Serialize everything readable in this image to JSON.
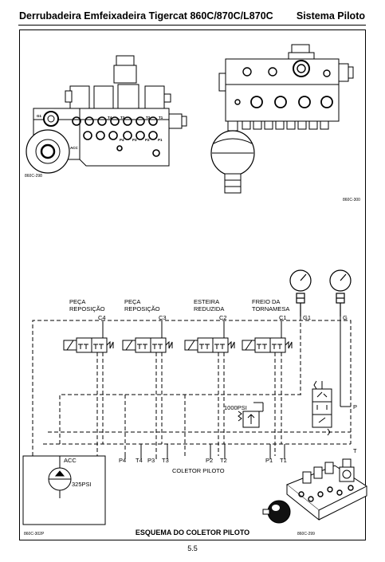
{
  "header": {
    "title": "Derrubadeira Emfeixadeira Tigercat 860C/870C/L870C",
    "section": "Sistema Piloto"
  },
  "figures": {
    "top_left_ref": "860C-298",
    "top_right_ref": "860C-300",
    "bottom_left_ref": "860C-302P",
    "bottom_right_ref": "860C-299"
  },
  "block_left": {
    "port_acc": "ACC",
    "port_g1": "G1",
    "port_t4": "T4",
    "port_t3": "T3",
    "port_t2": "T2",
    "port_t1": "T1",
    "port_p1": "P1",
    "port_p2": "P2",
    "port_p3": "P3",
    "port_p4": "P4"
  },
  "schematic": {
    "valves": [
      {
        "line1": "PEÇA",
        "line2": "REPOSIÇÃO",
        "port": "C4"
      },
      {
        "line1": "PEÇA",
        "line2": "REPOSIÇÃO",
        "port": "C3"
      },
      {
        "line1": "ESTEIRA",
        "line2": "REDUZIDA",
        "port": "C2"
      },
      {
        "line1": "FREIO  DA",
        "line2": "TORNAMESA",
        "port": "C1"
      }
    ],
    "gauge1": "G1",
    "gauge2": "G",
    "relief_setting": "1000PSI",
    "accumulator_port": "ACC",
    "accumulator_pressure": "325PSI",
    "right_p": "P",
    "right_t": "T",
    "bottom_ports": [
      "P4",
      "T4",
      "P3",
      "T3",
      "P2",
      "T2",
      "P1",
      "T1"
    ],
    "manifold_label": "COLETOR PILOTO"
  },
  "caption": "ESQUEMA DO COLETOR PILOTO",
  "page_number": "5.5"
}
